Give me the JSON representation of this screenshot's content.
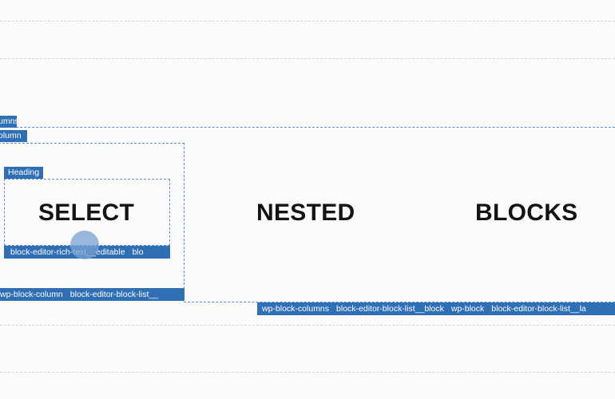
{
  "labels": {
    "columns_tag": "umns",
    "column_tag": "olumn",
    "heading_tag": "Heading"
  },
  "headings": {
    "first": "SELECT",
    "second": "NESTED",
    "third": "BLOCKS"
  },
  "heading_classes": [
    "block-editor-rich-text__editable",
    "blo"
  ],
  "column_classes": [
    "wp-block-column",
    "block-editor-block-list__"
  ],
  "columns_classes": [
    "wp-block-columns",
    "block-editor-block-list__block",
    "wp-block",
    "block-editor-block-list__la"
  ],
  "colors": {
    "accent": "#2f6fb5",
    "outline": "#5b8fd0",
    "text": "#141414",
    "background": "#fbfbfb"
  }
}
